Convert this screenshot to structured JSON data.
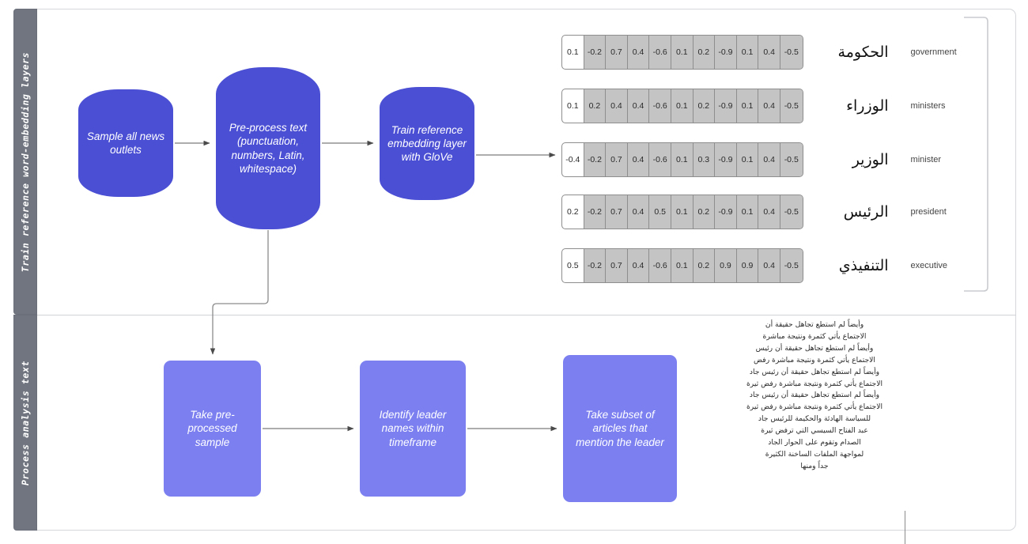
{
  "lanes": [
    {
      "id": "train-lane",
      "label": "Train reference word-embedding layers"
    },
    {
      "id": "process-lane",
      "label": "Process analysis text"
    }
  ],
  "flow_top": {
    "nodes": [
      {
        "id": "sample",
        "label": "Sample all news outlets"
      },
      {
        "id": "preprocess",
        "label": "Pre-process text (punctuation, numbers, Latin, whitespace)"
      },
      {
        "id": "train",
        "label": "Train reference embedding layer with GloVe"
      }
    ]
  },
  "flow_bottom": {
    "nodes": [
      {
        "id": "take-sample",
        "label": "Take pre-processed sample"
      },
      {
        "id": "identify",
        "label": "Identify leader names within timeframe"
      },
      {
        "id": "subset",
        "label": "Take subset of articles that mention the leader"
      }
    ]
  },
  "embeddings": {
    "rows": [
      {
        "arabic": "الحكومة",
        "english": "government",
        "values": [
          "0.1",
          "-0.2",
          "0.7",
          "0.4",
          "-0.6",
          "0.1",
          "0.2",
          "-0.9",
          "0.1",
          "0.4",
          "-0.5"
        ]
      },
      {
        "arabic": "الوزراء",
        "english": "ministers",
        "values": [
          "0.1",
          "0.2",
          "0.4",
          "0.4",
          "-0.6",
          "0.1",
          "0.2",
          "-0.9",
          "0.1",
          "0.4",
          "-0.5"
        ]
      },
      {
        "arabic": "الوزير",
        "english": "minister",
        "values": [
          "-0.4",
          "-0.2",
          "0.7",
          "0.4",
          "-0.6",
          "0.1",
          "0.3",
          "-0.9",
          "0.1",
          "0.4",
          "-0.5"
        ]
      },
      {
        "arabic": "الرئيس",
        "english": "president",
        "values": [
          "0.2",
          "-0.2",
          "0.7",
          "0.4",
          "0.5",
          "0.1",
          "0.2",
          "-0.9",
          "0.1",
          "0.4",
          "-0.5"
        ]
      },
      {
        "arabic": "التنفيذي",
        "english": "executive",
        "values": [
          "0.5",
          "-0.2",
          "0.7",
          "0.4",
          "-0.6",
          "0.1",
          "0.2",
          "0.9",
          "0.9",
          "0.4",
          "-0.5"
        ]
      }
    ]
  },
  "article_text": {
    "body": "وأيضاً لم استطع تجاهل حقيقة أن\nالاجتماع يأتي كثمرة ونتيجة مباشرة\nوأيضاً لم استطع تجاهل حقيقة أن رئيس\nالاجتماع يأتي كثمرة ونتيجة مباشرة رفض\nوأيضاً لم استطع تجاهل حقيقة أن رئيس جاد\nالاجتماع يأتي كثمرة ونتيجة مباشرة رفض ثيرة\nوأيضاً لم استطع تجاهل حقيقة أن رئيس جاد\nالاجتماع يأتي كثمرة ونتيجة مباشرة رفض ثيرة\nللسياسة الهادئة والحكيمة للرئيس جاد\nعبد الفتاح السيسي التي ترفض ثيرة\nالصدام وتقوم على الحوار الجاد\nلمواجهة الملفات الساخنة الكثيرة\nجداً ومنها"
  },
  "colors": {
    "top_node": "#4b4fd4",
    "bottom_node": "#7b7ff0",
    "lane_band": "#70757f",
    "vector_cell": "#c4c4c4",
    "vector_first_cell": "#ffffff",
    "connector": "#8c8c8c",
    "frame_border": "#d5d7db"
  }
}
